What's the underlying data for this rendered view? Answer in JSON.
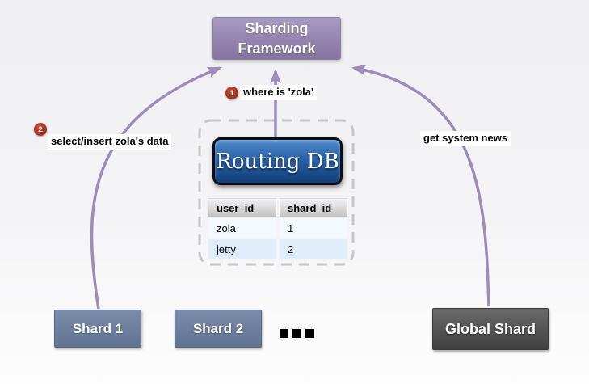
{
  "framework": {
    "line1": "Sharding",
    "line2": "Framework"
  },
  "routing_db": {
    "title": "Routing DB"
  },
  "routing_table": {
    "headers": [
      "user_id",
      "shard_id"
    ],
    "rows": [
      [
        "zola",
        "1"
      ],
      [
        "jetty",
        "2"
      ]
    ]
  },
  "annotations": {
    "step1": {
      "badge": "1",
      "text": "where is 'zola'"
    },
    "step2": {
      "badge": "2",
      "text": "select/insert zola's data"
    },
    "global": {
      "text": "get system news"
    }
  },
  "shards": {
    "shard1": "Shard 1",
    "shard2": "Shard 2",
    "global": "Global Shard"
  },
  "colors": {
    "arrow": "#9c8bbb",
    "framework-top": "#a89bc3",
    "framework-bottom": "#84739f",
    "routing-top": "#4e89cb",
    "routing-bottom": "#123e77",
    "shard-top": "#7b8cab",
    "shard-bottom": "#60738f",
    "global-top": "#6a6a6a",
    "global-bottom": "#3f3f3f",
    "badge-top": "#bf4a33",
    "badge-bottom": "#8e2517",
    "dashed-border": "#c6c6c6",
    "row-odd": "#f3f9ff",
    "row-even": "#dfedfb"
  }
}
